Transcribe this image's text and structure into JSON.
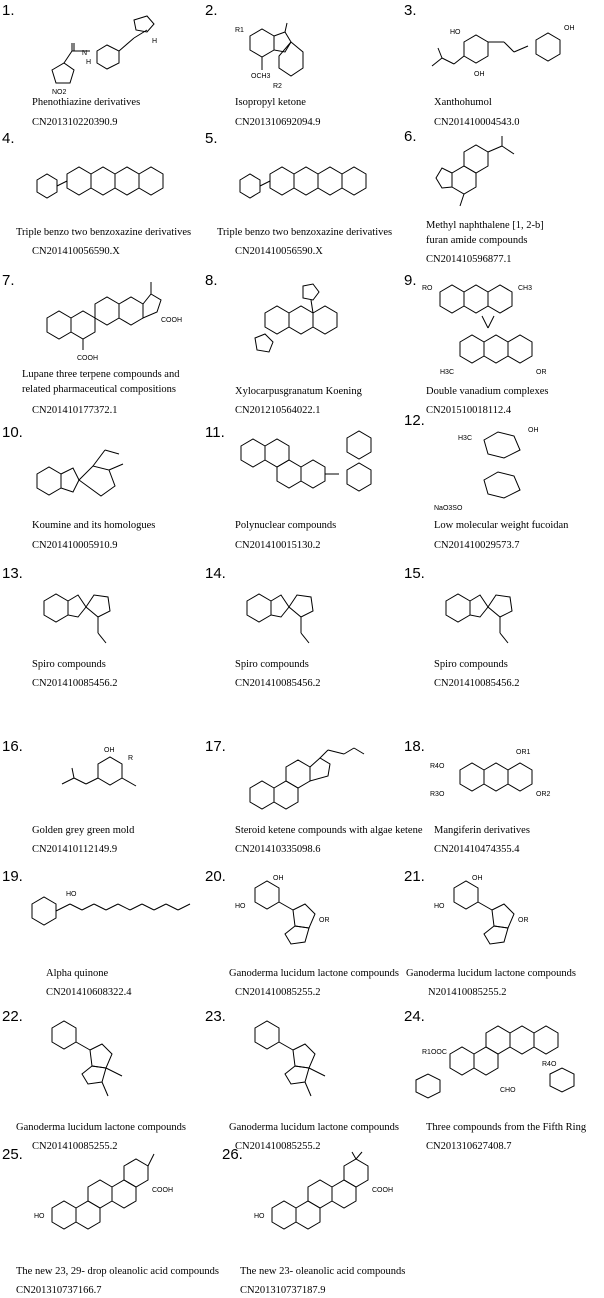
{
  "compounds": [
    {
      "num": "1.",
      "name": [
        "Phenothiazine derivatives"
      ],
      "patent": "CN201310220390.9"
    },
    {
      "num": "2.",
      "name": [
        "Isopropyl ketone"
      ],
      "patent": "CN201310692094.9"
    },
    {
      "num": "3.",
      "name": [
        "Xanthohumol"
      ],
      "patent": "CN201410004543.0"
    },
    {
      "num": "4.",
      "name": [
        "Triple benzo two benzoxazine derivatives"
      ],
      "patent": "CN201410056590.X"
    },
    {
      "num": "5.",
      "name": [
        "Triple benzo two benzoxazine derivatives"
      ],
      "patent": "CN201410056590.X"
    },
    {
      "num": "6.",
      "name": [
        "Methyl naphthalene [1, 2-b]",
        "furan amide compounds"
      ],
      "patent": "CN201410596877.1"
    },
    {
      "num": "7.",
      "name": [
        "Lupane three terpene compounds and",
        "related pharmaceutical compositions"
      ],
      "patent": "CN201410177372.1"
    },
    {
      "num": "8.",
      "name": [
        "Xylocarpusgranatum Koening"
      ],
      "patent": "CN201210564022.1"
    },
    {
      "num": "9.",
      "name": [
        "Double vanadium complexes"
      ],
      "patent": "CN201510018112.4"
    },
    {
      "num": "10.",
      "name": [
        "Koumine and its homologues"
      ],
      "patent": "CN201410005910.9"
    },
    {
      "num": "11.",
      "name": [
        "Polynuclear compounds"
      ],
      "patent": "CN201410015130.2"
    },
    {
      "num": "12.",
      "name": [
        "Low molecular weight fucoidan"
      ],
      "patent": "CN201410029573.7"
    },
    {
      "num": "13.",
      "name": [
        "Spiro compounds"
      ],
      "patent": "CN201410085456.2"
    },
    {
      "num": "14.",
      "name": [
        "Spiro compounds"
      ],
      "patent": "CN201410085456.2"
    },
    {
      "num": "15.",
      "name": [
        "Spiro compounds"
      ],
      "patent": "CN201410085456.2"
    },
    {
      "num": "16.",
      "name": [
        "Golden grey green mold"
      ],
      "patent": "CN201410112149.9"
    },
    {
      "num": "17.",
      "name": [
        "Steroid ketene compounds with algae ketene"
      ],
      "patent": "CN201410335098.6"
    },
    {
      "num": "18.",
      "name": [
        "Mangiferin derivatives"
      ],
      "patent": "CN201410474355.4"
    },
    {
      "num": "19.",
      "name": [
        "Alpha quinone"
      ],
      "patent": "CN201410608322.4"
    },
    {
      "num": "20.",
      "name": [
        "Ganoderma lucidum lactone compounds"
      ],
      "patent": "CN201410085255.2"
    },
    {
      "num": "21.",
      "name": [
        "Ganoderma lucidum lactone compounds"
      ],
      "patent": "N201410085255.2"
    },
    {
      "num": "22.",
      "name": [
        "Ganoderma lucidum lactone compounds"
      ],
      "patent": "CN201410085255.2"
    },
    {
      "num": "23.",
      "name": [
        "Ganoderma lucidum lactone compounds"
      ],
      "patent": "CN201410085255.2"
    },
    {
      "num": "24.",
      "name": [
        "Three compounds from the Fifth Ring"
      ],
      "patent": "CN201310627408.7"
    },
    {
      "num": "25.",
      "name": [
        "The new 23, 29- drop oleanolic acid compounds"
      ],
      "patent": "CN201310737166.7"
    },
    {
      "num": "26.",
      "name": [
        "The new 23- oleanolic acid compounds"
      ],
      "patent": "CN201310737187.9"
    }
  ],
  "structure_labels": {
    "s1": [
      "NO2",
      "N",
      "H",
      "H"
    ],
    "s2": [
      "R1",
      "OCH3",
      "R2"
    ],
    "s3": [
      "HO",
      "OH",
      "OH"
    ],
    "s7": [
      "COOH",
      "COOH"
    ],
    "s9": [
      "RO",
      "CH3",
      "H3C",
      "OR"
    ],
    "s12": [
      "H3C",
      "OH",
      "NaO3SO"
    ],
    "s16": [
      "OH",
      "R"
    ],
    "s18": [
      "R4O",
      "R3O",
      "OR1",
      "OR2"
    ],
    "s19": [
      "HO"
    ],
    "s20": [
      "OH",
      "HO",
      "OR"
    ],
    "s24": [
      "R1OOC",
      "R4O",
      "CHO"
    ],
    "s25": [
      "HO",
      "COOH"
    ]
  }
}
